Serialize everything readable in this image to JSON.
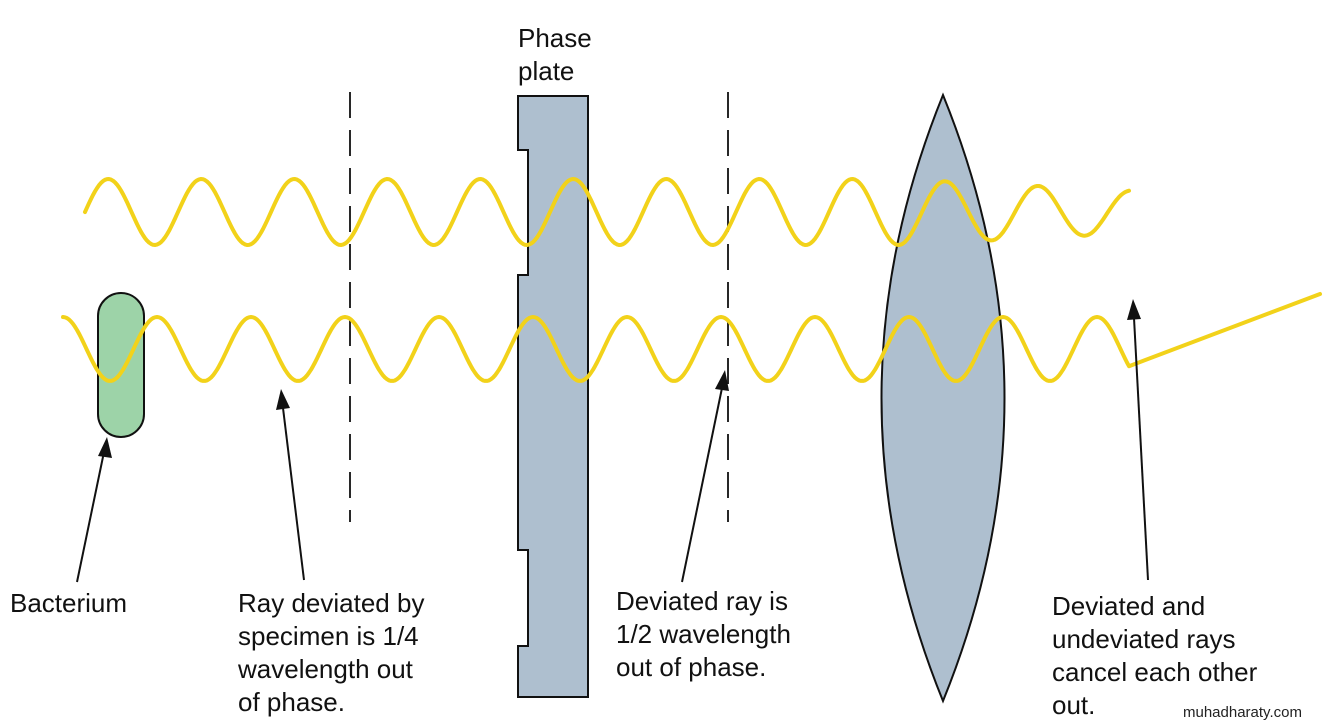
{
  "title": {
    "lines": [
      "Phase",
      "plate"
    ]
  },
  "labels": {
    "bacterium": {
      "lines": [
        "Bacterium"
      ]
    },
    "specimen_ray": {
      "lines": [
        "Ray deviated by",
        "specimen is 1/4",
        "wavelength out",
        "of phase."
      ]
    },
    "half_wavelength": {
      "lines": [
        "Deviated ray is",
        "1/2 wavelength",
        "out of phase."
      ]
    },
    "cancel": {
      "lines": [
        "Deviated and",
        "undeviated rays",
        "cancel each other",
        "out."
      ]
    }
  },
  "watermark": "muhadharaty.com",
  "colors": {
    "wave": "#f2d21a",
    "phase_plate_fill": "#aebfcf",
    "lens_fill": "#aebfcf",
    "bacterium_fill": "#9dd3a8",
    "outline": "#111111",
    "text": "#111111"
  }
}
